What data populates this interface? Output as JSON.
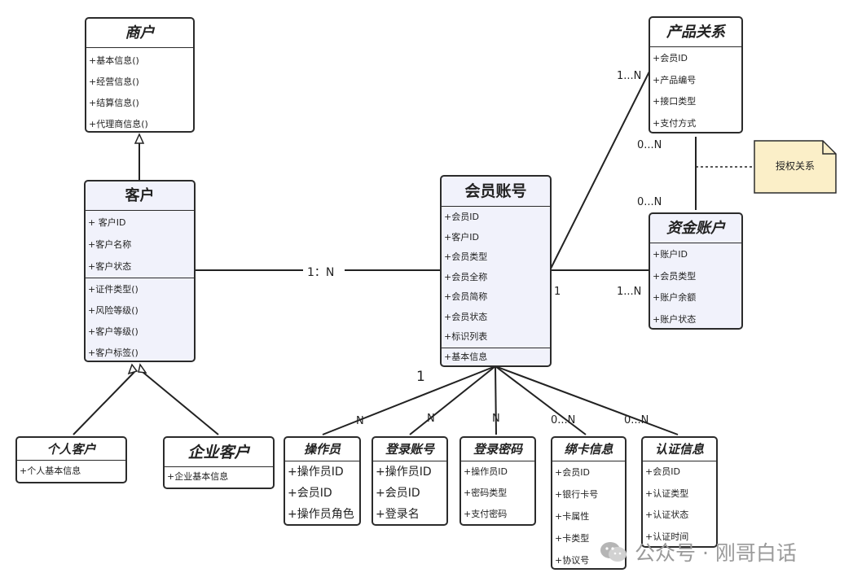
{
  "classes": {
    "merchant": {
      "title": "商户",
      "attrs": [
        "+基本信息()",
        "+经营信息()",
        "+结算信息()",
        "+代理商信息()"
      ]
    },
    "customer": {
      "title": "客户",
      "attrs": [
        "+ 客户ID",
        "+客户名称",
        "+客户状态"
      ],
      "ops": [
        "+证件类型()",
        "+风险等级()",
        "+客户等级()",
        "+客户标签()"
      ]
    },
    "personal": {
      "title": "个人客户",
      "attrs": [
        "+个人基本信息"
      ]
    },
    "enterprise": {
      "title": "企业客户",
      "attrs": [
        "+企业基本信息"
      ]
    },
    "member": {
      "title": "会员账号",
      "attrs": [
        "+会员ID",
        "+客户ID",
        "+会员类型",
        "+会员全称",
        "+会员简称",
        "+会员状态",
        "+标识列表"
      ],
      "ops": [
        "+基本信息"
      ]
    },
    "product": {
      "title": "产品关系",
      "attrs": [
        "+会员ID",
        "+产品编号",
        "+接口类型",
        "+支付方式"
      ]
    },
    "fund": {
      "title": "资金账户",
      "attrs": [
        "+账户ID",
        "+会员类型",
        "+账户余额",
        "+账户状态"
      ]
    },
    "operator": {
      "title": "操作员",
      "attrs": [
        "+操作员ID",
        "+会员ID",
        "+操作员角色"
      ]
    },
    "login": {
      "title": "登录账号",
      "attrs": [
        "+操作员ID",
        "+会员ID",
        "+登录名"
      ]
    },
    "password": {
      "title": "登录密码",
      "attrs": [
        "+操作员ID",
        "+密码类型",
        "+支付密码"
      ]
    },
    "card": {
      "title": "绑卡信息",
      "attrs": [
        "+会员ID",
        "+银行卡号",
        "+卡属性",
        "+卡类型",
        "+协议号"
      ]
    },
    "auth": {
      "title": "认证信息",
      "attrs": [
        "+会员ID",
        "+认证类型",
        "+认证状态",
        "+认证时间"
      ]
    }
  },
  "multiplicity": {
    "customer_member": "1：N",
    "member_one_bottom": "1",
    "member_one_right": "1",
    "member_fund": "1...N",
    "member_product": "1...N",
    "product_side": "0...N",
    "fund_side": "0...N",
    "operator": "N",
    "login": "N",
    "password": "N",
    "card": "0...N",
    "auth": "0...N"
  },
  "note": {
    "text": "授权关系"
  },
  "watermark": {
    "text": "公众号 · 刚哥白话",
    "icon": "wechat-icon"
  },
  "colors": {
    "class_fill": "#f1f2fb",
    "note_fill": "#fbefc8",
    "stroke": "#2b2b2b"
  }
}
